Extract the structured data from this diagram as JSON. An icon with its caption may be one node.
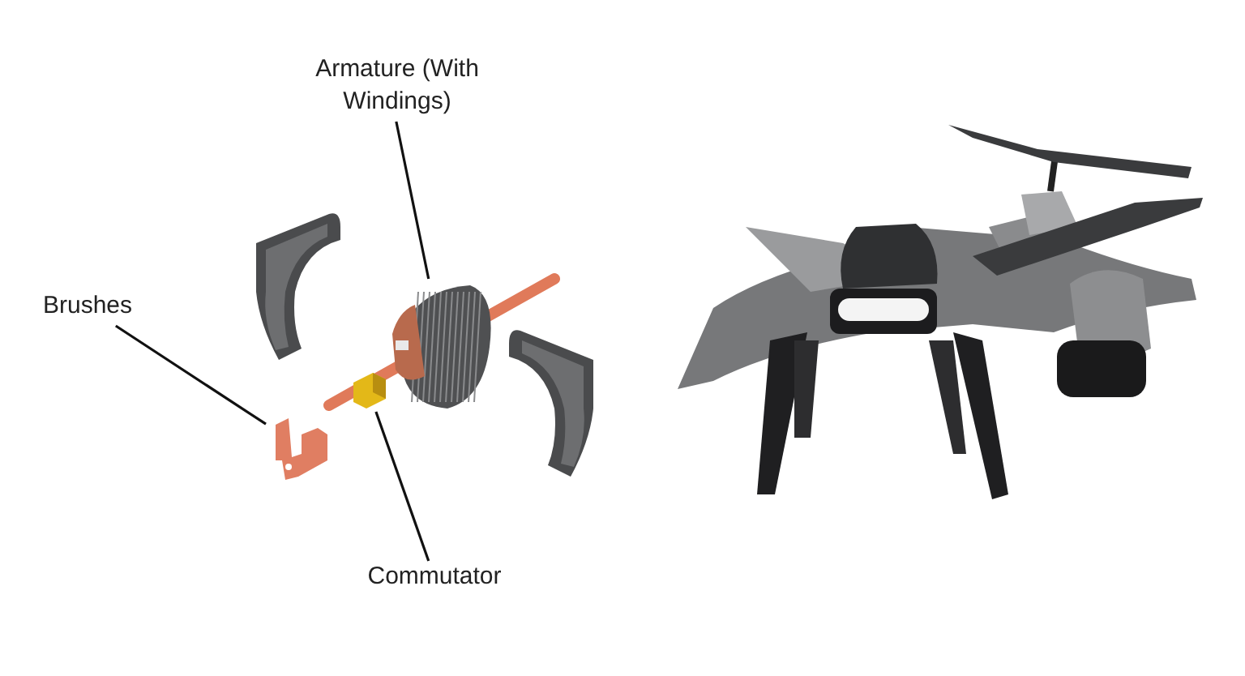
{
  "diagram": {
    "nodes": [
      {
        "text": [
          "Armature (With Windings)"
        ]
      },
      {
        "text": [],
        "shape": "picture"
      },
      {
        "text": [
          "Brushes"
        ]
      },
      {
        "text": [],
        "shape": "picture"
      },
      {
        "text": [
          "Commutator"
        ]
      },
      {
        "text": [],
        "shape": "picture"
      }
    ],
    "edges": [
      {
        "from": 0,
        "to": 1,
        "arrow": "none"
      },
      {
        "from": 2,
        "to": 3,
        "arrow": "none"
      },
      {
        "from": 4,
        "to": 5,
        "arrow": "none"
      }
    ]
  }
}
